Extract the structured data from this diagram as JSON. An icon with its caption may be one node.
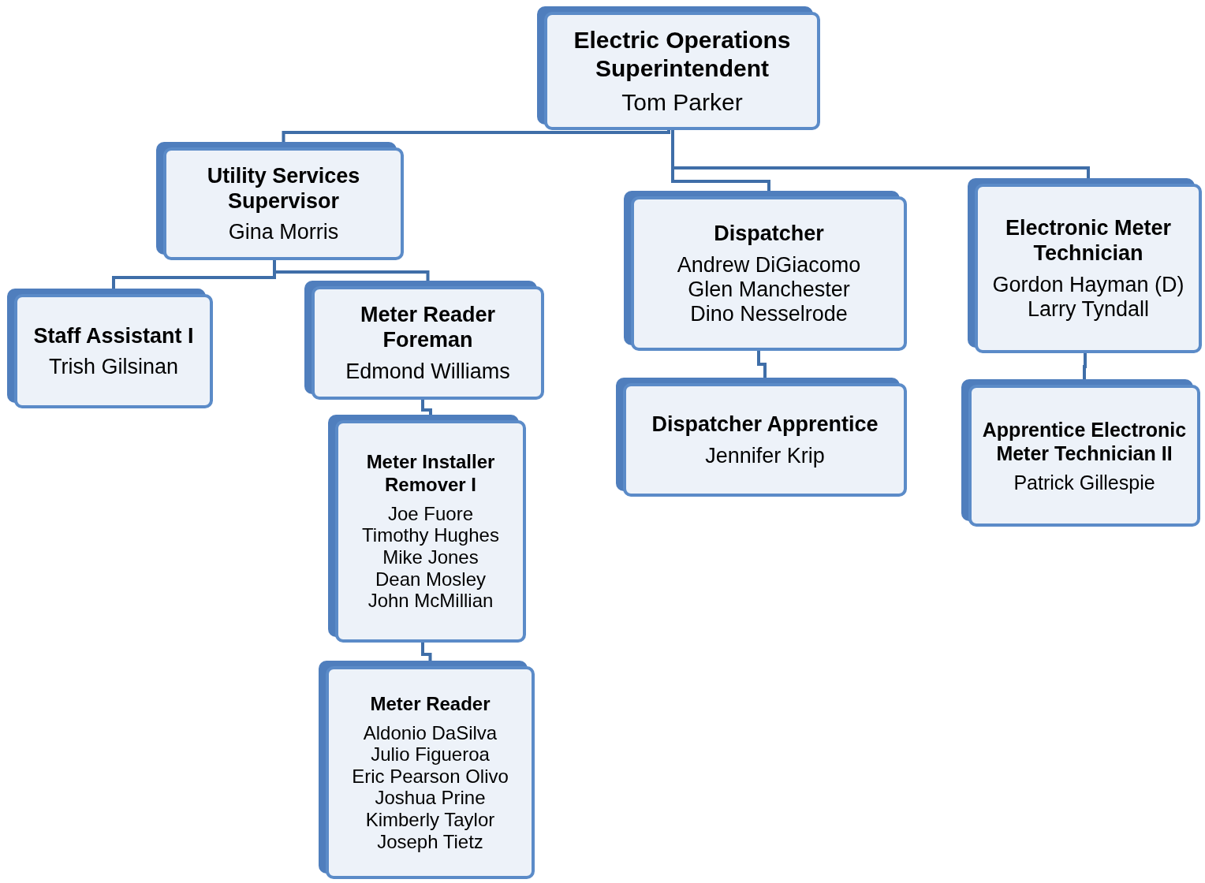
{
  "diagram": {
    "nodes": [
      {
        "text": [
          "Electric Operations Superintendent",
          "Tom Parker"
        ]
      },
      {
        "text": [
          "Utility Services Supervisor",
          "Gina Morris"
        ]
      },
      {
        "text": [
          "Dispatcher",
          "Andrew DiGiacomo",
          "Glen Manchester",
          "Dino Nesselrode"
        ]
      },
      {
        "text": [
          "Electronic Meter Technician",
          "Gordon Hayman (D)",
          "Larry Tyndall"
        ]
      },
      {
        "text": [
          "Staff Assistant I",
          "Trish Gilsinan"
        ]
      },
      {
        "text": [
          "Meter Reader Foreman",
          "Edmond Williams"
        ]
      },
      {
        "text": [
          "Dispatcher Apprentice",
          "Jennifer Krip"
        ]
      },
      {
        "text": [
          "Apprentice Electronic Meter Technician II",
          "Patrick Gillespie"
        ]
      },
      {
        "text": [
          "Meter Installer Remover I",
          "Joe Fuore",
          "Timothy Hughes",
          "Mike Jones",
          "Dean Mosley",
          "John McMillian"
        ]
      },
      {
        "text": [
          "Meter Reader",
          "Aldonio DaSilva",
          "Julio Figueroa",
          "Eric Pearson Olivo",
          "Joshua Prine",
          "Kimberly Taylor",
          "Joseph Tietz"
        ]
      }
    ],
    "edges": [
      {
        "from": 0,
        "to": 1,
        "arrow": "none"
      },
      {
        "from": 0,
        "to": 2,
        "arrow": "none"
      },
      {
        "from": 0,
        "to": 3,
        "arrow": "none"
      },
      {
        "from": 1,
        "to": 4,
        "arrow": "none"
      },
      {
        "from": 1,
        "to": 5,
        "arrow": "none"
      },
      {
        "from": 5,
        "to": 8,
        "arrow": "none"
      },
      {
        "from": 8,
        "to": 9,
        "arrow": "none"
      },
      {
        "from": 2,
        "to": 6,
        "arrow": "none"
      },
      {
        "from": 3,
        "to": 7,
        "arrow": "none"
      }
    ]
  }
}
